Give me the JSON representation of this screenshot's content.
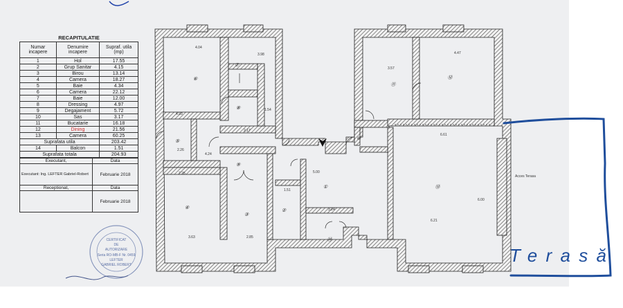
{
  "table": {
    "title": "RECAPITULATIE",
    "headers": {
      "nr": "Numar incapere",
      "name": "Denumire incapere",
      "area": "Supraf. utila (mp)"
    },
    "rows": [
      {
        "nr": "1",
        "name": "Hol",
        "area": "17.55"
      },
      {
        "nr": "2",
        "name": "Grup Sanitar",
        "area": "4.15"
      },
      {
        "nr": "3",
        "name": "Birou",
        "area": "13.14"
      },
      {
        "nr": "4",
        "name": "Camera",
        "area": "18.27"
      },
      {
        "nr": "5",
        "name": "Baie",
        "area": "4.34"
      },
      {
        "nr": "6",
        "name": "Camera",
        "area": "22.12"
      },
      {
        "nr": "7",
        "name": "Baie",
        "area": "12.00"
      },
      {
        "nr": "8",
        "name": "Dressing",
        "area": "4.97"
      },
      {
        "nr": "9",
        "name": "Degajament",
        "area": "5.72"
      },
      {
        "nr": "10",
        "name": "Sas",
        "area": "3.17"
      },
      {
        "nr": "11",
        "name": "Bucatarie",
        "area": "16.18"
      },
      {
        "nr": "12",
        "name": "Dining",
        "area": "21.56"
      },
      {
        "nr": "13",
        "name": "Camera",
        "area": "60.25"
      }
    ],
    "util_label": "Suprafata utila",
    "util_value": "203.42",
    "balcon": {
      "nr": "14",
      "name": "Balcon",
      "area": "1.51"
    },
    "total_label": "Suprafata totala",
    "total_value": "204.93"
  },
  "signoff": {
    "executant_label": "Executant,",
    "data_label": "Data",
    "executant_name": "Executant: Ing. LEFTER Gabriel-Robert",
    "executant_date": "Februarie 2018",
    "receptionat_label": "Receptionat,",
    "receptionat_data": "Data",
    "receptionat_date": "Februarie 2018"
  },
  "stamp": {
    "line1": "CERTIFICAT",
    "line2": "DE",
    "line3": "AUTORIZARE",
    "line4": "Seria RO-MB-F Nr. 0459",
    "line5": "LEFTER",
    "line6": "GABRIEL ROBERT"
  },
  "plan": {
    "rooms": [
      "1",
      "2",
      "3",
      "4",
      "5",
      "6",
      "7",
      "8",
      "9",
      "10",
      "11",
      "12",
      "13",
      "14"
    ],
    "dims": {
      "top6": "4.04",
      "top7": "3.98",
      "top11": "3.57",
      "top12": "4.47",
      "big": "6.61",
      "w13": "6.21",
      "r1": "5.00",
      "r1b": "3.24",
      "r4w": "3.63",
      "r3w": "2.85",
      "r5w": "2.26",
      "r4t": "2.25",
      "r6h": "4.93",
      "r9w": "4.24",
      "r8w": "2.17",
      "r8h": "1.54",
      "r2w": "1.51",
      "r13h": "6.00"
    },
    "terrace_small": "Acces Terasa"
  },
  "annotation": {
    "label": "Terasă",
    "color": "#1f4e9c"
  }
}
